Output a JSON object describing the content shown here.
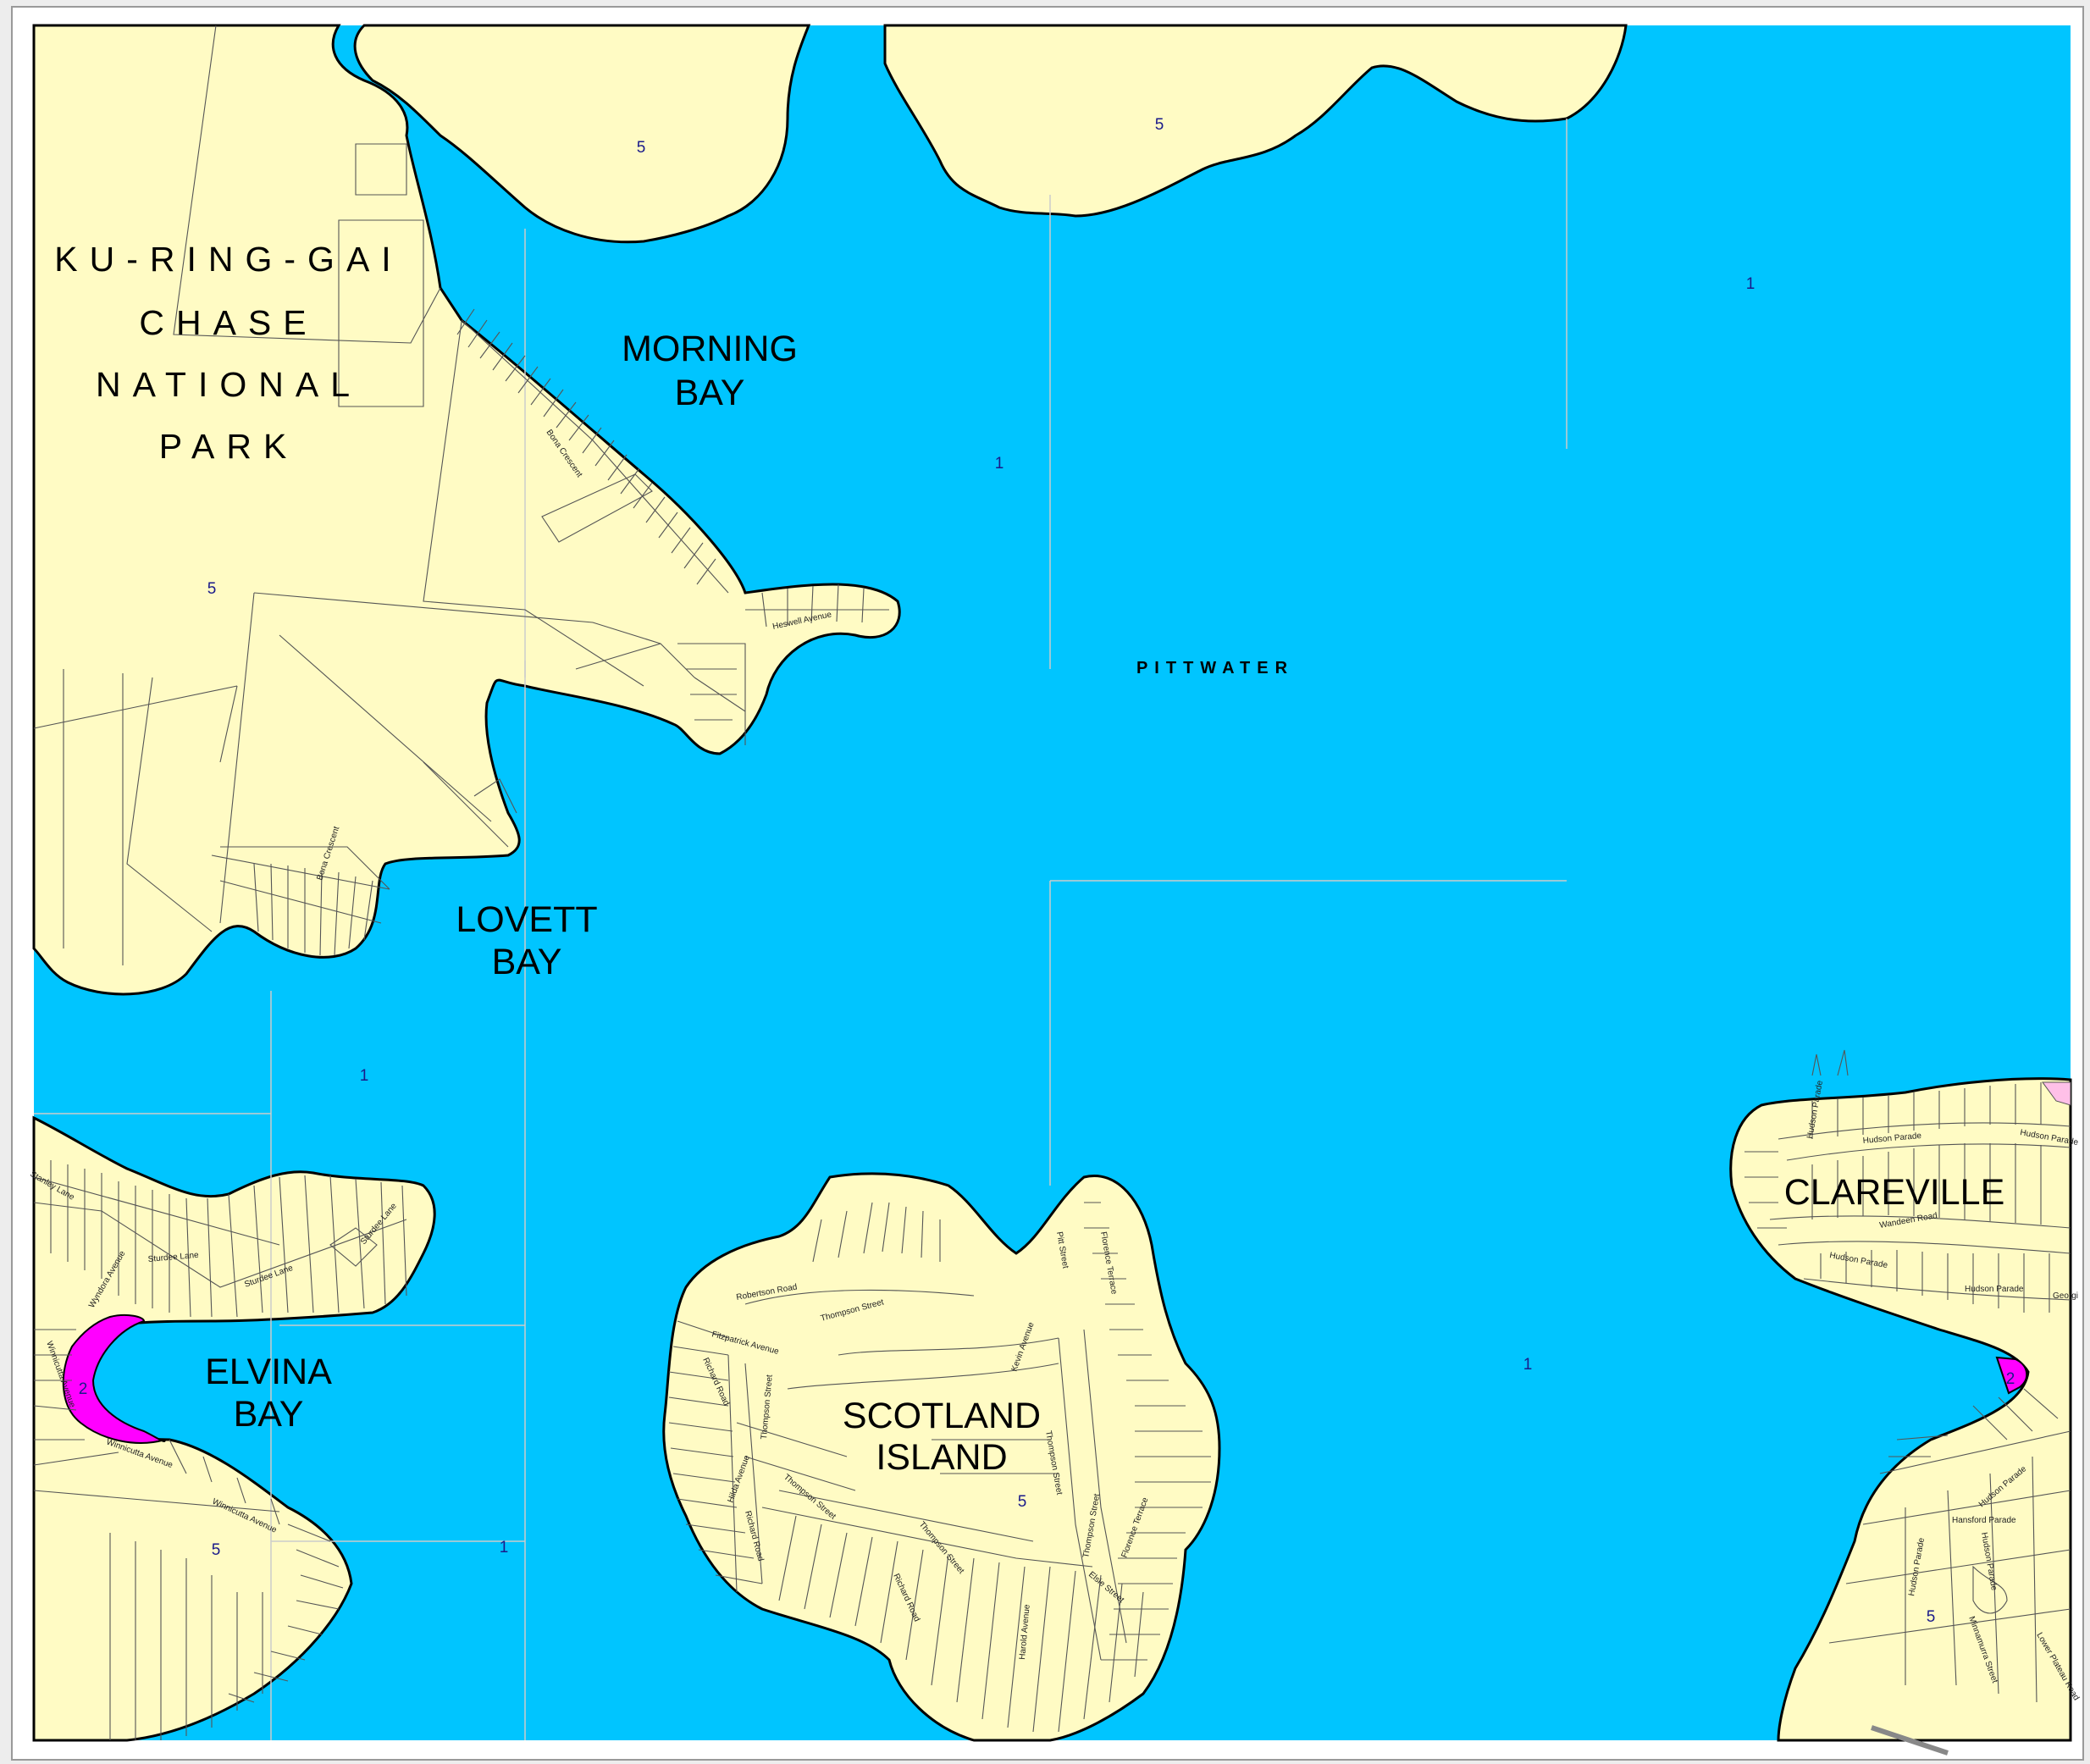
{
  "map": {
    "colors": {
      "water": "#00c5ff",
      "land": "#fffbc4",
      "zone_2": "#ff00ff",
      "zone_pink": "#ffc0e8",
      "outside": "#ededed"
    },
    "place_labels": {
      "ku_ring_gai_line1": "KU-RING-GAI",
      "ku_ring_gai_line2": "CHASE",
      "ku_ring_gai_line3": "NATIONAL",
      "ku_ring_gai_line4": "PARK",
      "morning_bay_line1": "MORNING",
      "morning_bay_line2": "BAY",
      "lovett_bay_line1": "LOVETT",
      "lovett_bay_line2": "BAY",
      "elvina_bay_line1": "ELVINA",
      "elvina_bay_line2": "BAY",
      "scotland_island_line1": "SCOTLAND",
      "scotland_island_line2": "ISLAND",
      "clareville": "CLAREVILLE",
      "pittwater": "PITTWATER"
    },
    "zone_labels": [
      {
        "id": "zone-5-north-1",
        "text": "5"
      },
      {
        "id": "zone-5-north-2",
        "text": "5"
      },
      {
        "id": "zone-5-park",
        "text": "5"
      },
      {
        "id": "zone-5-elvina",
        "text": "5"
      },
      {
        "id": "zone-5-scotland",
        "text": "5"
      },
      {
        "id": "zone-5-clareville",
        "text": "5"
      },
      {
        "id": "zone-1-ne",
        "text": "1"
      },
      {
        "id": "zone-1-center",
        "text": "1"
      },
      {
        "id": "zone-1-west",
        "text": "1"
      },
      {
        "id": "zone-1-south",
        "text": "1"
      },
      {
        "id": "zone-1-east",
        "text": "1"
      },
      {
        "id": "zone-2-elvina",
        "text": "2"
      },
      {
        "id": "zone-2-clareville",
        "text": "2"
      }
    ],
    "streets": [
      {
        "id": "bona-crescent-1",
        "text": "Bona Crescent"
      },
      {
        "id": "bona-crescent-2",
        "text": "Bona Crescent"
      },
      {
        "id": "heswell-avenue",
        "text": "Heswell Avenue"
      },
      {
        "id": "stanley-lane",
        "text": "Stanley Lane"
      },
      {
        "id": "sturdee-lane-1",
        "text": "Sturdee Lane"
      },
      {
        "id": "sturdee-lane-2",
        "text": "Sturdee Lane"
      },
      {
        "id": "sturdee-lane-3",
        "text": "Sturdee Lane"
      },
      {
        "id": "wyndora-avenue",
        "text": "Wyndora Avenue"
      },
      {
        "id": "winnicutta-avenue-1",
        "text": "Winnicutta Avenue"
      },
      {
        "id": "winnicutta-avenue-2",
        "text": "Winnicutta Avenue"
      },
      {
        "id": "winnicutta-avenue-3",
        "text": "Winnicutta Avenue"
      },
      {
        "id": "robertson-road",
        "text": "Robertson Road"
      },
      {
        "id": "thompson-street-1",
        "text": "Thompson Street"
      },
      {
        "id": "thompson-street-2",
        "text": "Thompson Street"
      },
      {
        "id": "thompson-street-3",
        "text": "Thompson Street"
      },
      {
        "id": "thompson-street-4",
        "text": "Thompson Street"
      },
      {
        "id": "thompson-street-5",
        "text": "Thompson Street"
      },
      {
        "id": "thompson-street-6",
        "text": "Thompson Street"
      },
      {
        "id": "fitzpatrick-avenue",
        "text": "Fitzpatrick Avenue"
      },
      {
        "id": "richard-road-1",
        "text": "Richard Road"
      },
      {
        "id": "richard-road-2",
        "text": "Richard Road"
      },
      {
        "id": "richard-road-3",
        "text": "Richard Road"
      },
      {
        "id": "kevin-avenue",
        "text": "Kevin Avenue"
      },
      {
        "id": "pitt-street",
        "text": "Pitt Street"
      },
      {
        "id": "florence-terrace-1",
        "text": "Florence Terrace"
      },
      {
        "id": "florence-terrace-2",
        "text": "Florence Terrace"
      },
      {
        "id": "hilda-avenue",
        "text": "Hilda Avenue"
      },
      {
        "id": "harold-avenue",
        "text": "Harold Avenue"
      },
      {
        "id": "elsie-street",
        "text": "Elsie Street"
      },
      {
        "id": "hudson-parade-1",
        "text": "Hudson Parade"
      },
      {
        "id": "hudson-parade-2",
        "text": "Hudson Parade"
      },
      {
        "id": "hudson-parade-3",
        "text": "Hudson Parade"
      },
      {
        "id": "hudson-parade-4",
        "text": "Hudson Parade"
      },
      {
        "id": "hudson-parade-5",
        "text": "Hudson Parade"
      },
      {
        "id": "hudson-parade-6",
        "text": "Hudson Parade"
      },
      {
        "id": "hudson-parade-7",
        "text": "Hudson Parade"
      },
      {
        "id": "wandeen-road",
        "text": "Wandeen Road"
      },
      {
        "id": "georgia",
        "text": "Georgi"
      },
      {
        "id": "hansford-parade",
        "text": "Hansford Parade"
      },
      {
        "id": "hudson-parade-8",
        "text": "Hudson Parade"
      },
      {
        "id": "minnamurra-street",
        "text": "Minnamurra Street"
      },
      {
        "id": "lower-plateau-road",
        "text": "Lower Plateau Road"
      }
    ]
  }
}
